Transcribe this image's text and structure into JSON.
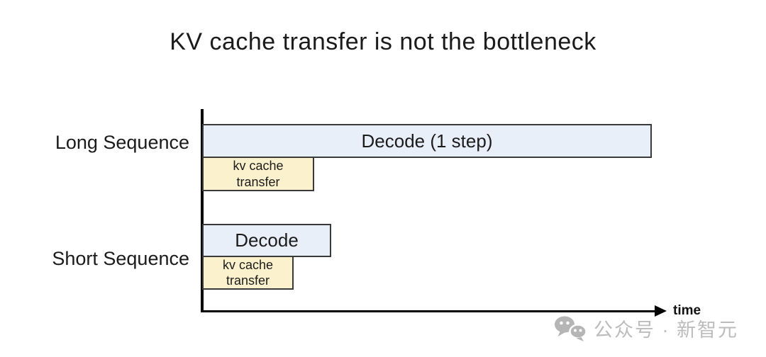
{
  "title": "KV cache transfer is not the bottleneck",
  "axis": {
    "time_label": "time"
  },
  "rows": [
    {
      "label": "Long Sequence",
      "decode_label": "Decode (1 step)",
      "kv_line1": "kv cache",
      "kv_line2": "transfer"
    },
    {
      "label": "Short Sequence",
      "decode_label": "Decode",
      "kv_line1": "kv cache",
      "kv_line2": "transfer"
    }
  ],
  "watermark": {
    "icon": "wechat-icon",
    "text": "公众号 · 新智元"
  },
  "colors": {
    "decode_fill": "#e8eff9",
    "kv_fill": "#fbf1cc",
    "bar_border": "#3a3a3a",
    "axis": "#000000",
    "text": "#1b1b1b",
    "watermark": "#bcbcbc"
  },
  "chart_data": {
    "type": "bar",
    "note": "conceptual gantt-style timeline; bar lengths in relative time units read from pixel widths",
    "xlabel": "time",
    "series": [
      {
        "row": "Long Sequence",
        "bar": "Decode (1 step)",
        "start": 0,
        "length": 634
      },
      {
        "row": "Long Sequence",
        "bar": "kv cache transfer",
        "start": 0,
        "length": 158
      },
      {
        "row": "Short Sequence",
        "bar": "Decode",
        "start": 0,
        "length": 182
      },
      {
        "row": "Short Sequence",
        "bar": "kv cache transfer",
        "start": 0,
        "length": 129
      }
    ]
  }
}
